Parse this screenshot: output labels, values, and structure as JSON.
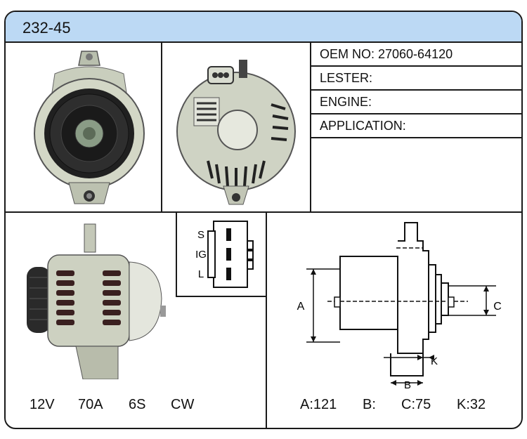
{
  "header": {
    "title": "232-45"
  },
  "info": {
    "oem_no": "OEM NO: 27060-64120",
    "lester": "LESTER:",
    "engine": "ENGINE:",
    "application": "APPLICATION:"
  },
  "connector": {
    "pins": [
      "S",
      "IG",
      "L"
    ]
  },
  "specs": {
    "voltage": "12V",
    "amperage": "70A",
    "pulley": "6S",
    "rotation": "CW"
  },
  "dimensions": {
    "labels": {
      "a": "A",
      "b": "B",
      "c": "C",
      "k": "K"
    },
    "a_value": "A:121",
    "b_value": "B:",
    "c_value": "C:75",
    "k_value": "K:32"
  },
  "images": [
    "alternator-front-view",
    "alternator-rear-view",
    "alternator-side-view",
    "connector-plug-diagram",
    "dimension-diagram"
  ]
}
